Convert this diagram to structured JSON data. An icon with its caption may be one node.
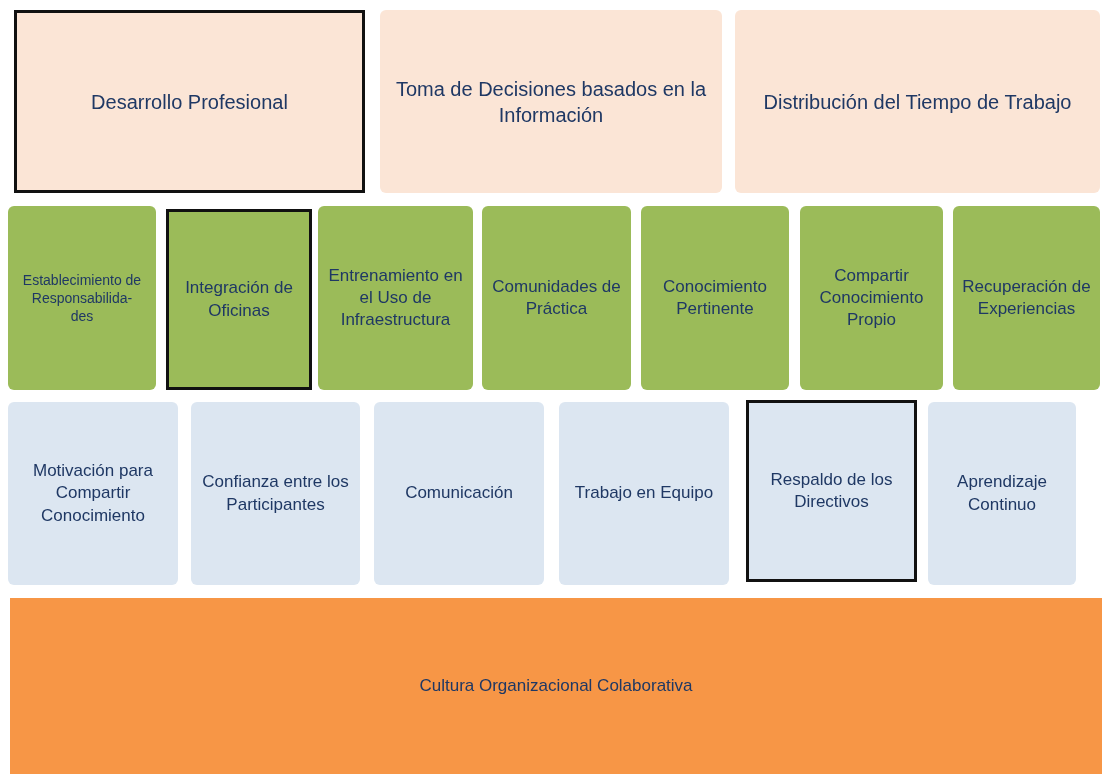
{
  "diagram": {
    "nodes": [
      {
        "text": [
          "Desarrollo Profesional"
        ]
      },
      {
        "text": [
          "Toma de Decisiones basados en la Información"
        ]
      },
      {
        "text": [
          "Distribución del Tiempo de Trabajo"
        ]
      },
      {
        "text": [
          "Establecimiento de Responsabilida- des"
        ]
      },
      {
        "text": [
          "Integración de Oficinas"
        ]
      },
      {
        "text": [
          "Entrenamiento en el Uso de Infraestructura"
        ]
      },
      {
        "text": [
          "Comunidades de Práctica"
        ]
      },
      {
        "text": [
          "Conocimiento Pertinente"
        ]
      },
      {
        "text": [
          "Compartir Conocimiento Propio"
        ]
      },
      {
        "text": [
          "Recuperación de Experiencias"
        ]
      },
      {
        "text": [
          "Motivación para Compartir Conocimiento"
        ]
      },
      {
        "text": [
          "Confianza entre los Participantes"
        ]
      },
      {
        "text": [
          "Comunicación"
        ]
      },
      {
        "text": [
          "Trabajo en Equipo"
        ]
      },
      {
        "text": [
          "Respaldo de los Directivos"
        ]
      },
      {
        "text": [
          "Aprendizaje Continuo"
        ]
      },
      {
        "text": [
          "Cultura Organizacional Colaborativa"
        ]
      }
    ]
  }
}
